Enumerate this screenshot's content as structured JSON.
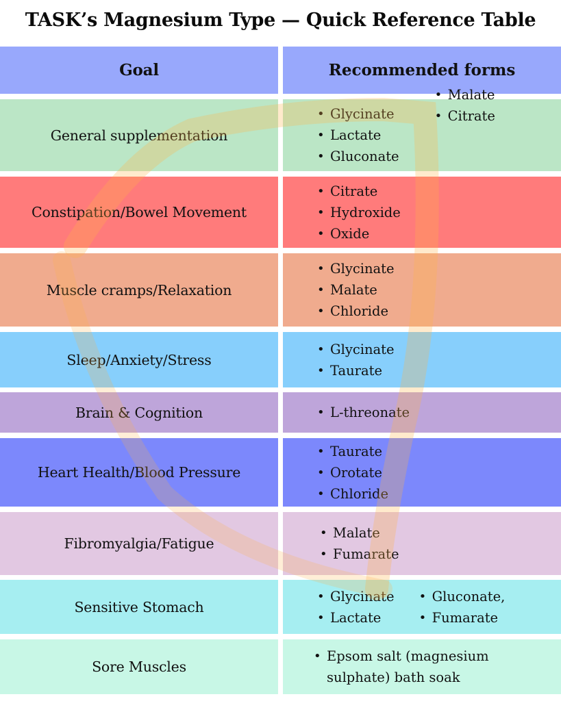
{
  "title": "TASK’s Magnesium Type — Quick Reference Table",
  "table": {
    "headers": {
      "goal": "Goal",
      "forms": "Recommended forms"
    },
    "header_color": "#98a8fc",
    "rows": [
      {
        "goal": "General  supplementation",
        "color": "#bbe6c6",
        "forms_col1": [
          "Glycinate",
          "Lactate",
          "Gluconate"
        ],
        "forms_col2": [
          "Malate",
          "Citrate"
        ]
      },
      {
        "goal": "Constipation/Bowel Movement",
        "color": "#ff7b7b",
        "forms_col1": [
          "Citrate",
          "Hydroxide",
          "Oxide"
        ]
      },
      {
        "goal": "Muscle cramps/Relaxation",
        "color": "#f0ab8e",
        "forms_col1": [
          "Glycinate",
          "Malate",
          "Chloride"
        ]
      },
      {
        "goal": "Sleep/Anxiety/Stress",
        "color": "#87cffc",
        "forms_col1": [
          "Glycinate",
          "Taurate"
        ]
      },
      {
        "goal": "Brain & Cognition",
        "color": "#bea5da",
        "forms_col1": [
          "L-threonate"
        ]
      },
      {
        "goal": "Heart Health/Blood Pressure",
        "color": "#7c88fc",
        "forms_col1": [
          "Taurate",
          "Orotate",
          "Chloride"
        ]
      },
      {
        "goal": "Fibromyalgia/Fatigue",
        "color": "#e2c8e2",
        "forms_col1": [
          "Malate",
          "Fumarate"
        ]
      },
      {
        "goal": "Sensitive Stomach",
        "color": "#a6eef1",
        "forms_col1": [
          "Glycinate",
          "Lactate"
        ],
        "forms_col2": [
          "Gluconate,",
          "Fumarate"
        ]
      },
      {
        "goal": "Sore Muscles",
        "color": "#c8f7e6",
        "forms_col1": [
          "Epsom salt (magnesium sulphate) bath soak"
        ]
      }
    ]
  },
  "watermark": {
    "icon": "shield-arc-icon",
    "color": "#ffb347"
  }
}
